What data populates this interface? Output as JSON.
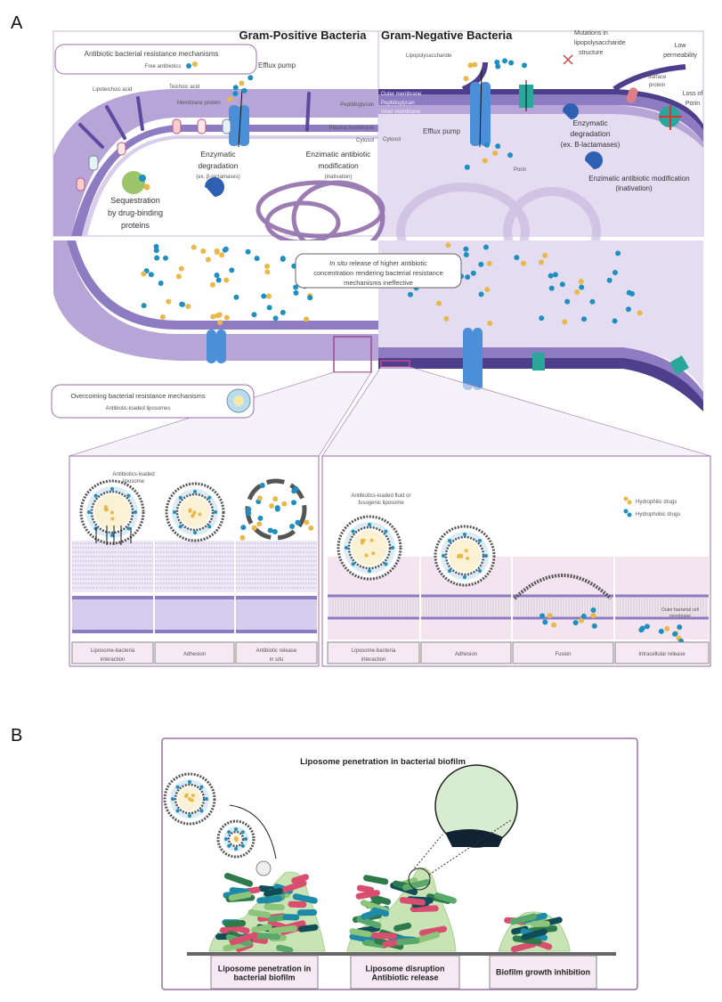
{
  "panel_a": {
    "letter": "A",
    "gram_positive_title": "Gram-Positive Bacteria",
    "gram_negative_title": "Gram-Negative Bacteria",
    "resistance_box": {
      "title": "Antibiotic bacterial resistance mechanisms",
      "subtitle": "Free antibiotics"
    },
    "gram_positive": {
      "efflux_pump": "Efflux pump",
      "lipoteichoic_acid": "Lipoteichoic acid",
      "teichoic_acid": "Teichoic acid",
      "membrane_protein": "Membrane protein",
      "peptidoglycan": "Peptidoglycan",
      "plasma_membrane": "Plasma membrane",
      "cytosol": "Cytosol",
      "enzymatic_degradation": [
        "Enzymatic",
        "degradation",
        "(ex. β-lactamases)"
      ],
      "enzymatic_modification": [
        "Enzimatic antibiotic",
        "modification",
        "(inativation)"
      ],
      "sequestration": [
        "Sequestration",
        "by drug-binding",
        "proteins"
      ]
    },
    "gram_negative": {
      "lipopolysaccharide": "Lipopolysaccharide",
      "outer_membrane": "Outer membrane",
      "peptidoglycan": "Peptidoglycan",
      "inner_membrane": "Inner membrane",
      "cytosol": "Cytosol",
      "efflux_pump": "Efflux pump",
      "porin": "Porin",
      "mutations": [
        "Mutations in",
        "lipopolysaccharide",
        "structure"
      ],
      "low_permeability": [
        "Low",
        "permeability"
      ],
      "surface_protein": [
        "Surface",
        "protein"
      ],
      "loss_of_porin": [
        "Loss of",
        "Porin"
      ],
      "enzymatic_degradation": [
        "Enzymatic",
        "degradation",
        "(ex. B-lactamases)"
      ],
      "enzymatic_modification": [
        "Enzimatic antibiotic modification",
        "(inativation)"
      ]
    },
    "in_situ_box": {
      "line1_italic": "In situ",
      "line1_rest": " release of higher antibiotic",
      "line2": "concentration rendering bacterial resistance",
      "line3": "mechanisms ineffective"
    },
    "overcoming_box": {
      "title": "Overcoming bacterial resistance mechanisms",
      "subtitle": "Antibiotic-loaded liposomes"
    },
    "detail_left": {
      "liposome_label": [
        "Antibiotics-loaded",
        "liposome"
      ],
      "steps": [
        {
          "line1": "Liposome-bacteria",
          "line2": "interaction"
        },
        {
          "line1": "Adhesion",
          "line2": ""
        },
        {
          "line1": "Antibiotic release",
          "line2": "in situ"
        }
      ]
    },
    "detail_right": {
      "liposome_label": [
        "Antibiotics-loaded fluid or",
        "fusogenic liposome"
      ],
      "legend": [
        "Hydrophilic drugs",
        "Hydrophobic drugs"
      ],
      "outer_membrane_label": [
        "Outer bacterial cell",
        "membrane"
      ],
      "steps": [
        {
          "line1": "Liposome-bacteria",
          "line2": "interaction"
        },
        {
          "line1": "Adhesion",
          "line2": ""
        },
        {
          "line1": "Fusion",
          "line2": ""
        },
        {
          "line1": "Intracellular release",
          "line2": ""
        }
      ]
    }
  },
  "panel_b": {
    "letter": "B",
    "title": "Liposome penetration in bacterial biofilm",
    "steps": [
      {
        "line1": "Liposome penetration in",
        "line2": "bacterial biofilm"
      },
      {
        "line1": "Liposome disruption",
        "line2": "Antibiotic release"
      },
      {
        "line1": "Biofilm growth inhibition",
        "line2": ""
      }
    ]
  },
  "colors": {
    "membrane_purple": "#8e7cc3",
    "dark_purple": "#5b4a9e",
    "cytosol_light": "#e4dcf0",
    "hydrophilic_drug": "#e8b84a",
    "hydrophobic_drug": "#1f8fc0",
    "efflux_pump_blue": "#4a8fd8",
    "porin_teal": "#2aa79b",
    "box_border": "#9b6ea8",
    "step_box_fill": "#f6e9f3",
    "biofilm_green": "#c9e4b4"
  }
}
